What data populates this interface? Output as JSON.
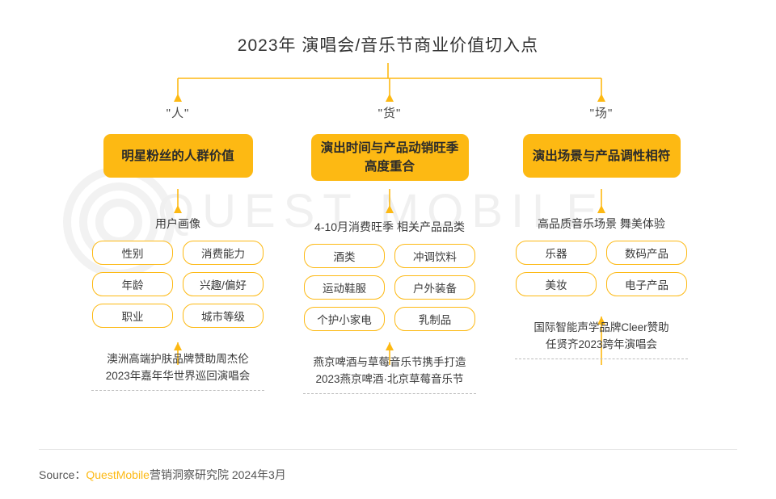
{
  "title": "2023年 演唱会/音乐节商业价值切入点",
  "watermark": "QUEST MOBILE",
  "accent_color": "#FDB913",
  "columns": [
    {
      "tag": "\"人\"",
      "headline": "明星粉丝的人群价值",
      "subhead": "用户画像",
      "pills": [
        "性别",
        "消费能力",
        "年龄",
        "兴趣/偏好",
        "职业",
        "城市等级"
      ],
      "case_note": "澳洲高端护肤品牌赞助周杰伦\n2023年嘉年华世界巡回演唱会"
    },
    {
      "tag": "\"货\"",
      "headline": "演出时间与产品动销旺季高度重合",
      "subhead": "4-10月消费旺季\n相关产品品类",
      "pills": [
        "酒类",
        "冲调饮料",
        "运动鞋服",
        "户外装备",
        "个护小家电",
        "乳制品"
      ],
      "case_note": "燕京啤酒与草莓音乐节携手打造\n2023燕京啤酒·北京草莓音乐节"
    },
    {
      "tag": "\"场\"",
      "headline": "演出场景与产品调性相符",
      "subhead": "高品质音乐场景\n舞美体验",
      "pills": [
        "乐器",
        "数码产品",
        "美妆",
        "电子产品"
      ],
      "case_note": "国际智能声学品牌Cleer赞助\n任贤齐2023跨年演唱会"
    }
  ],
  "footer": {
    "label": "Source：",
    "brand": "QuestMobile",
    "rest": "营销洞察研究院 2024年3月"
  }
}
